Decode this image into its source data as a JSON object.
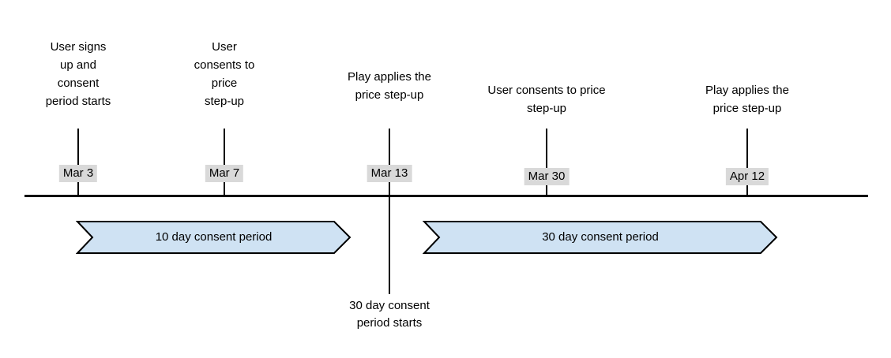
{
  "colors": {
    "background": "#ffffff",
    "banner_fill": "#cfe2f3",
    "banner_stroke": "#000000",
    "date_label_bg": "#d9d9d9",
    "line": "#000000",
    "text": "#000000"
  },
  "timeline": {
    "events": [
      {
        "date": "Mar 3",
        "desc_lines": [
          "User signs",
          "up and",
          "consent",
          "period starts"
        ]
      },
      {
        "date": "Mar 7",
        "desc_lines": [
          "User",
          "consents to",
          "price",
          "step-up"
        ]
      },
      {
        "date": "Mar 13",
        "desc_lines": [
          "Play applies the",
          "price step-up"
        ],
        "note_lines": [
          "30 day consent",
          "period starts"
        ]
      },
      {
        "date": "Mar 30",
        "desc_lines": [
          "User consents to price",
          "step-up"
        ]
      },
      {
        "date": "Apr 12",
        "desc_lines": [
          "Play applies the",
          "price step-up"
        ]
      }
    ],
    "periods": [
      {
        "label": "10 day consent period"
      },
      {
        "label": "30 day consent period"
      }
    ]
  }
}
